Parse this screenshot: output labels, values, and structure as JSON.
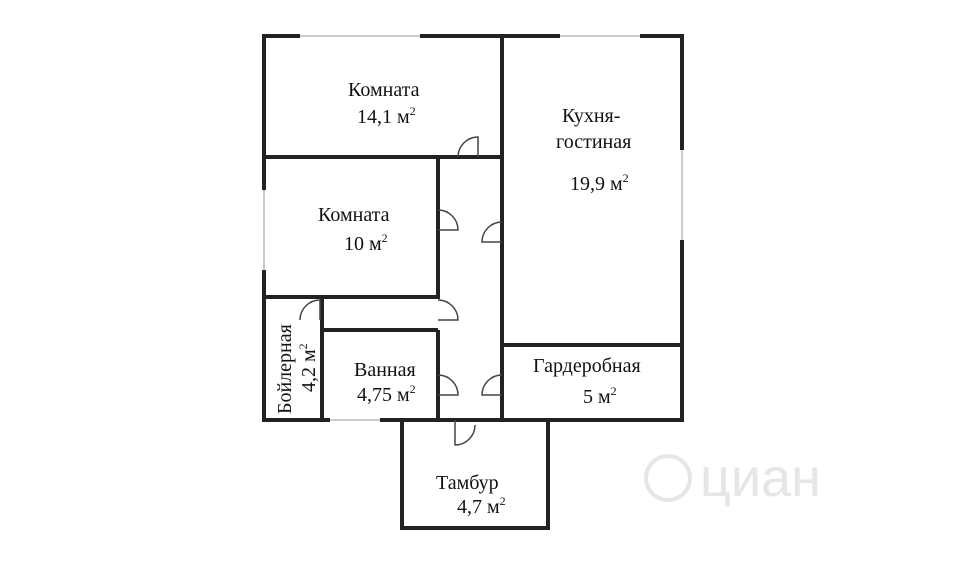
{
  "rooms": {
    "room1": {
      "name": "Комната",
      "area": "14,1 м",
      "unit_sup": "2"
    },
    "kitchen": {
      "name_line1": "Кухня-",
      "name_line2": "гостиная",
      "area": "19,9 м",
      "unit_sup": "2"
    },
    "room2": {
      "name": "Комната",
      "area": "10 м",
      "unit_sup": "2"
    },
    "boiler": {
      "name": "Бойлерная",
      "area": "4,2 м",
      "unit_sup": "2"
    },
    "bath": {
      "name": "Ванная",
      "area": "4,75 м",
      "unit_sup": "2"
    },
    "wardrobe": {
      "name": "Гардеробная",
      "area": "5 м",
      "unit_sup": "2"
    },
    "vestibule": {
      "name": "Тамбур",
      "area": "4,7 м",
      "unit_sup": "2"
    }
  },
  "watermark": {
    "text": "циан"
  }
}
